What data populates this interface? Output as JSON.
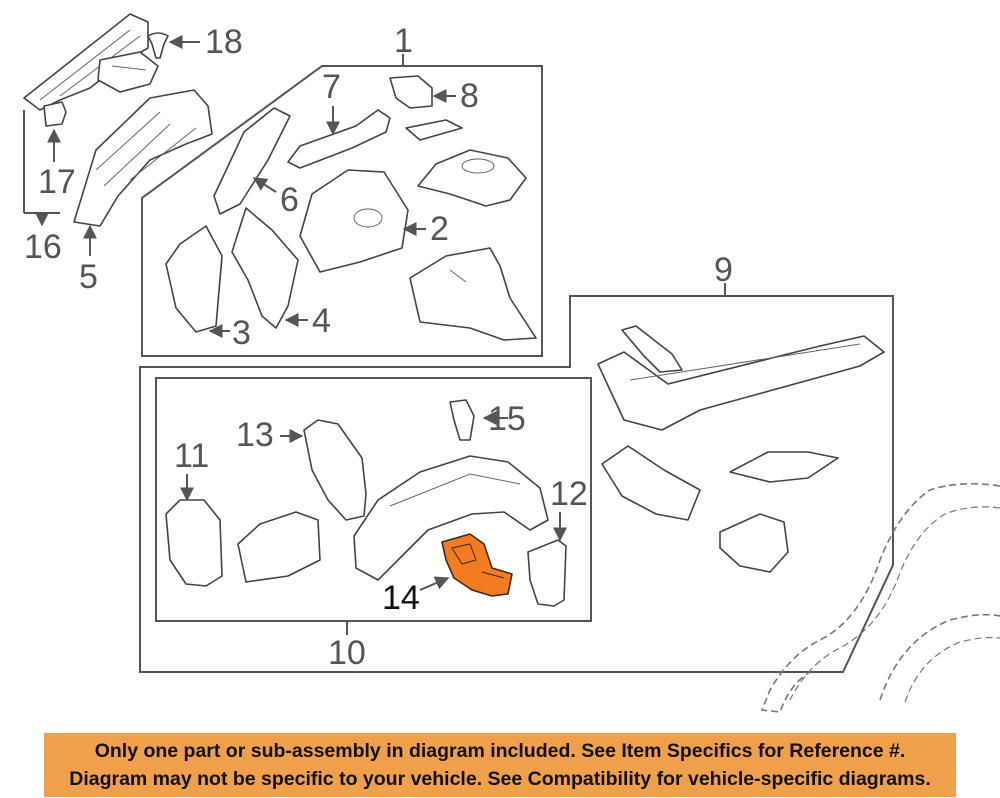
{
  "callouts": {
    "c1": "1",
    "c2": "2",
    "c3": "3",
    "c4": "4",
    "c5": "5",
    "c6": "6",
    "c7": "7",
    "c8": "8",
    "c9": "9",
    "c10": "10",
    "c11": "11",
    "c12": "12",
    "c13": "13",
    "c14": "14",
    "c15": "15",
    "c16": "16",
    "c17": "17",
    "c18": "18"
  },
  "highlighted_part": "14",
  "colors": {
    "highlight": "#F47B20",
    "banner": "#F0A04A",
    "line": "#444444"
  },
  "banner": {
    "line1": "Only one part or sub-assembly in diagram included. See Item Specifics for Reference #.",
    "line2": "Diagram may not be specific to your vehicle. See Compatibility for vehicle-specific diagrams."
  }
}
